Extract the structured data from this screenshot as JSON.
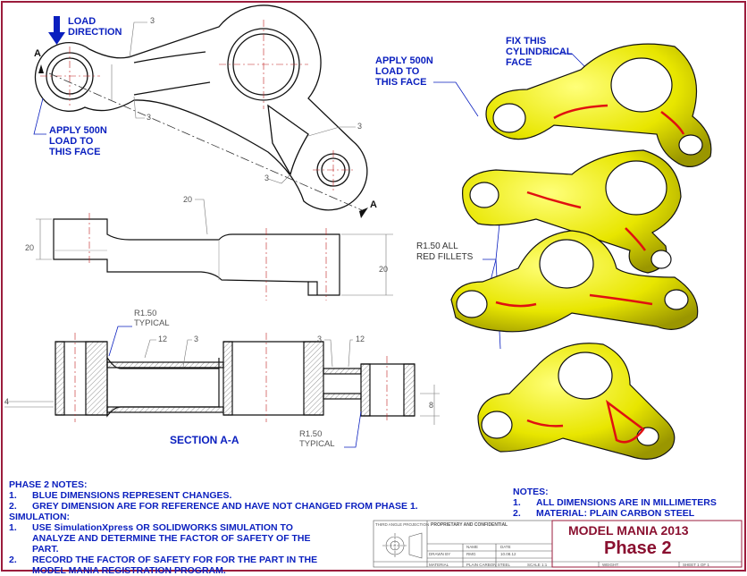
{
  "callouts": {
    "load_direction": "LOAD\nDIRECTION",
    "section_mark": "A",
    "apply_left": "APPLY 500N\nLOAD TO\nTHIS FACE",
    "apply_right": "APPLY 500N\nLOAD TO\nTHIS FACE",
    "fix_face": "FIX THIS\nCYLINDRICAL\nFACE",
    "red_fillets": "R1.50 ALL\nRED FILLETS",
    "section_title": "SECTION A-A",
    "r150_top": "R1.50\nTYPICAL",
    "r150_bottom": "R1.50\nTYPICAL"
  },
  "dims": {
    "top_3a": "3",
    "top_3b": "3",
    "top_3c": "3",
    "top_3d": "3",
    "mid_20_top": "20",
    "mid_20_left": "20",
    "mid_20_right": "20",
    "sec_12a": "12",
    "sec_3a": "3",
    "sec_3b": "3",
    "sec_12b": "12",
    "sec_4": "4",
    "sec_8": "8"
  },
  "notes": {
    "phase_heading": "PHASE 2 NOTES:",
    "phase_items": [
      {
        "num": "1.",
        "text": "BLUE DIMENSIONS REPRESENT CHANGES."
      },
      {
        "num": "2.",
        "text": "GREY DIMENSION ARE FOR REFERENCE AND HAVE NOT CHANGED FROM PHASE 1."
      }
    ],
    "sim_heading": "SIMULATION:",
    "sim_items": [
      {
        "num": "1.",
        "text": "USE SimulationXpress OR SOLIDWORKS SIMULATION TO ANALYZE AND DETERMINE THE FACTOR OF SAFETY OF THE PART."
      },
      {
        "num": "2.",
        "text": "RECORD THE FACTOR OF SAFETY FOR FOR THE PART IN THE MODEL MANIA REGISTRATION PROGRAM."
      }
    ],
    "right_heading": "NOTES:",
    "right_items": [
      {
        "num": "1.",
        "text": "ALL DIMENSIONS ARE IN MILLIMETERS"
      },
      {
        "num": "2.",
        "text": "MATERIAL: PLAIN CARBON STEEL"
      }
    ]
  },
  "title_block": {
    "projection": "THIRD ANGLE PROJECTION",
    "proprietary": "PROPRIETARY AND CONFIDENTIAL",
    "drawn_by": "DRAWN BY",
    "name_value": "RMG",
    "date_value": "10.08.12",
    "name_hdr": "NAME",
    "date_hdr": "DATE",
    "material": "MATERIAL",
    "material_value": "PLAIN CARBON STEEL",
    "scale": "SCALE 1:1",
    "weight": "WEIGHT:",
    "sheet": "SHEET 1 OF 1",
    "title": "MODEL MANIA 2013",
    "subtitle": "Phase 2"
  },
  "colors": {
    "border": "#9b1c3c",
    "callout_blue": "#0a1fbf",
    "part_yellow": "#e8e600",
    "fillet_red": "#e01010",
    "title_red": "#8a1030"
  }
}
